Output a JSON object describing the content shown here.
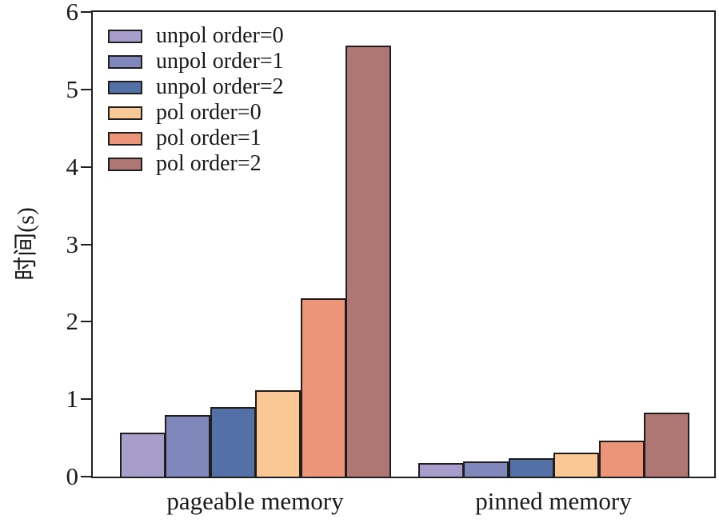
{
  "chart_data": {
    "type": "bar",
    "title": "",
    "xlabel": "",
    "ylabel": "时间(s)",
    "ylim": [
      0,
      6
    ],
    "yticks": [
      "0",
      "1",
      "2",
      "3",
      "4",
      "5",
      "6"
    ],
    "grid": false,
    "legend_position": "upper-left",
    "legend_frame": false,
    "categories": [
      "pageable memory",
      "pinned memory"
    ],
    "series": [
      {
        "name": "unpol order=0",
        "color": "#a89ecb",
        "values": [
          0.57,
          0.18
        ]
      },
      {
        "name": "unpol order=1",
        "color": "#7f87bb",
        "values": [
          0.8,
          0.2
        ]
      },
      {
        "name": "unpol order=2",
        "color": "#5370a7",
        "values": [
          0.9,
          0.24
        ]
      },
      {
        "name": "pol order=0",
        "color": "#fac895",
        "values": [
          1.12,
          0.31
        ]
      },
      {
        "name": "pol order=1",
        "color": "#ec9579",
        "values": [
          2.3,
          0.46
        ]
      },
      {
        "name": "pol order=2",
        "color": "#ae7773",
        "values": [
          5.57,
          0.83
        ]
      }
    ],
    "colors": {
      "axis": "#1f1f1f",
      "bar_edge": "#211d1d",
      "text": "#1a1a1a",
      "background": "#ffffff"
    }
  }
}
